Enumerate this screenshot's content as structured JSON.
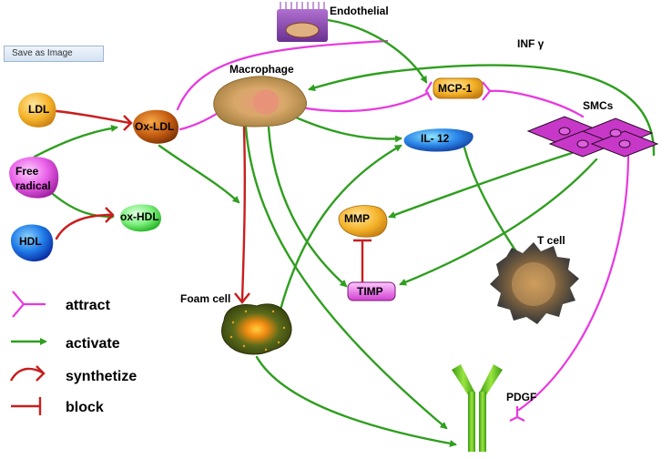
{
  "toolbar": {
    "save_label": "Save as Image"
  },
  "nodes": {
    "endothelial": "Endothelial",
    "macrophage": "Macrophage",
    "ldl": "LDL",
    "ox_ldl": "Ox-LDL",
    "free_radical_1": "Free",
    "free_radical_2": "radical",
    "hdl": "HDL",
    "ox_hdl": "ox-HDL",
    "mcp1": "MCP-1",
    "inf_gamma": "INF γ",
    "smcs": "SMCs",
    "il12": "IL- 12",
    "mmp": "MMP",
    "timp": "TIMP",
    "t_cell": "T cell",
    "foam_cell": "Foam cell",
    "pdgf": "PDGF"
  },
  "legend": [
    {
      "symbol": "attract-symbol",
      "label": "attract"
    },
    {
      "symbol": "activate-symbol",
      "label": "activate"
    },
    {
      "symbol": "synthetize-symbol",
      "label": "synthetize"
    },
    {
      "symbol": "block-symbol",
      "label": "block"
    }
  ],
  "colors": {
    "attract": "#e838e0",
    "activate": "#2f9e1f",
    "synthetize": "#c81e1e",
    "block": "#c81e1e"
  }
}
